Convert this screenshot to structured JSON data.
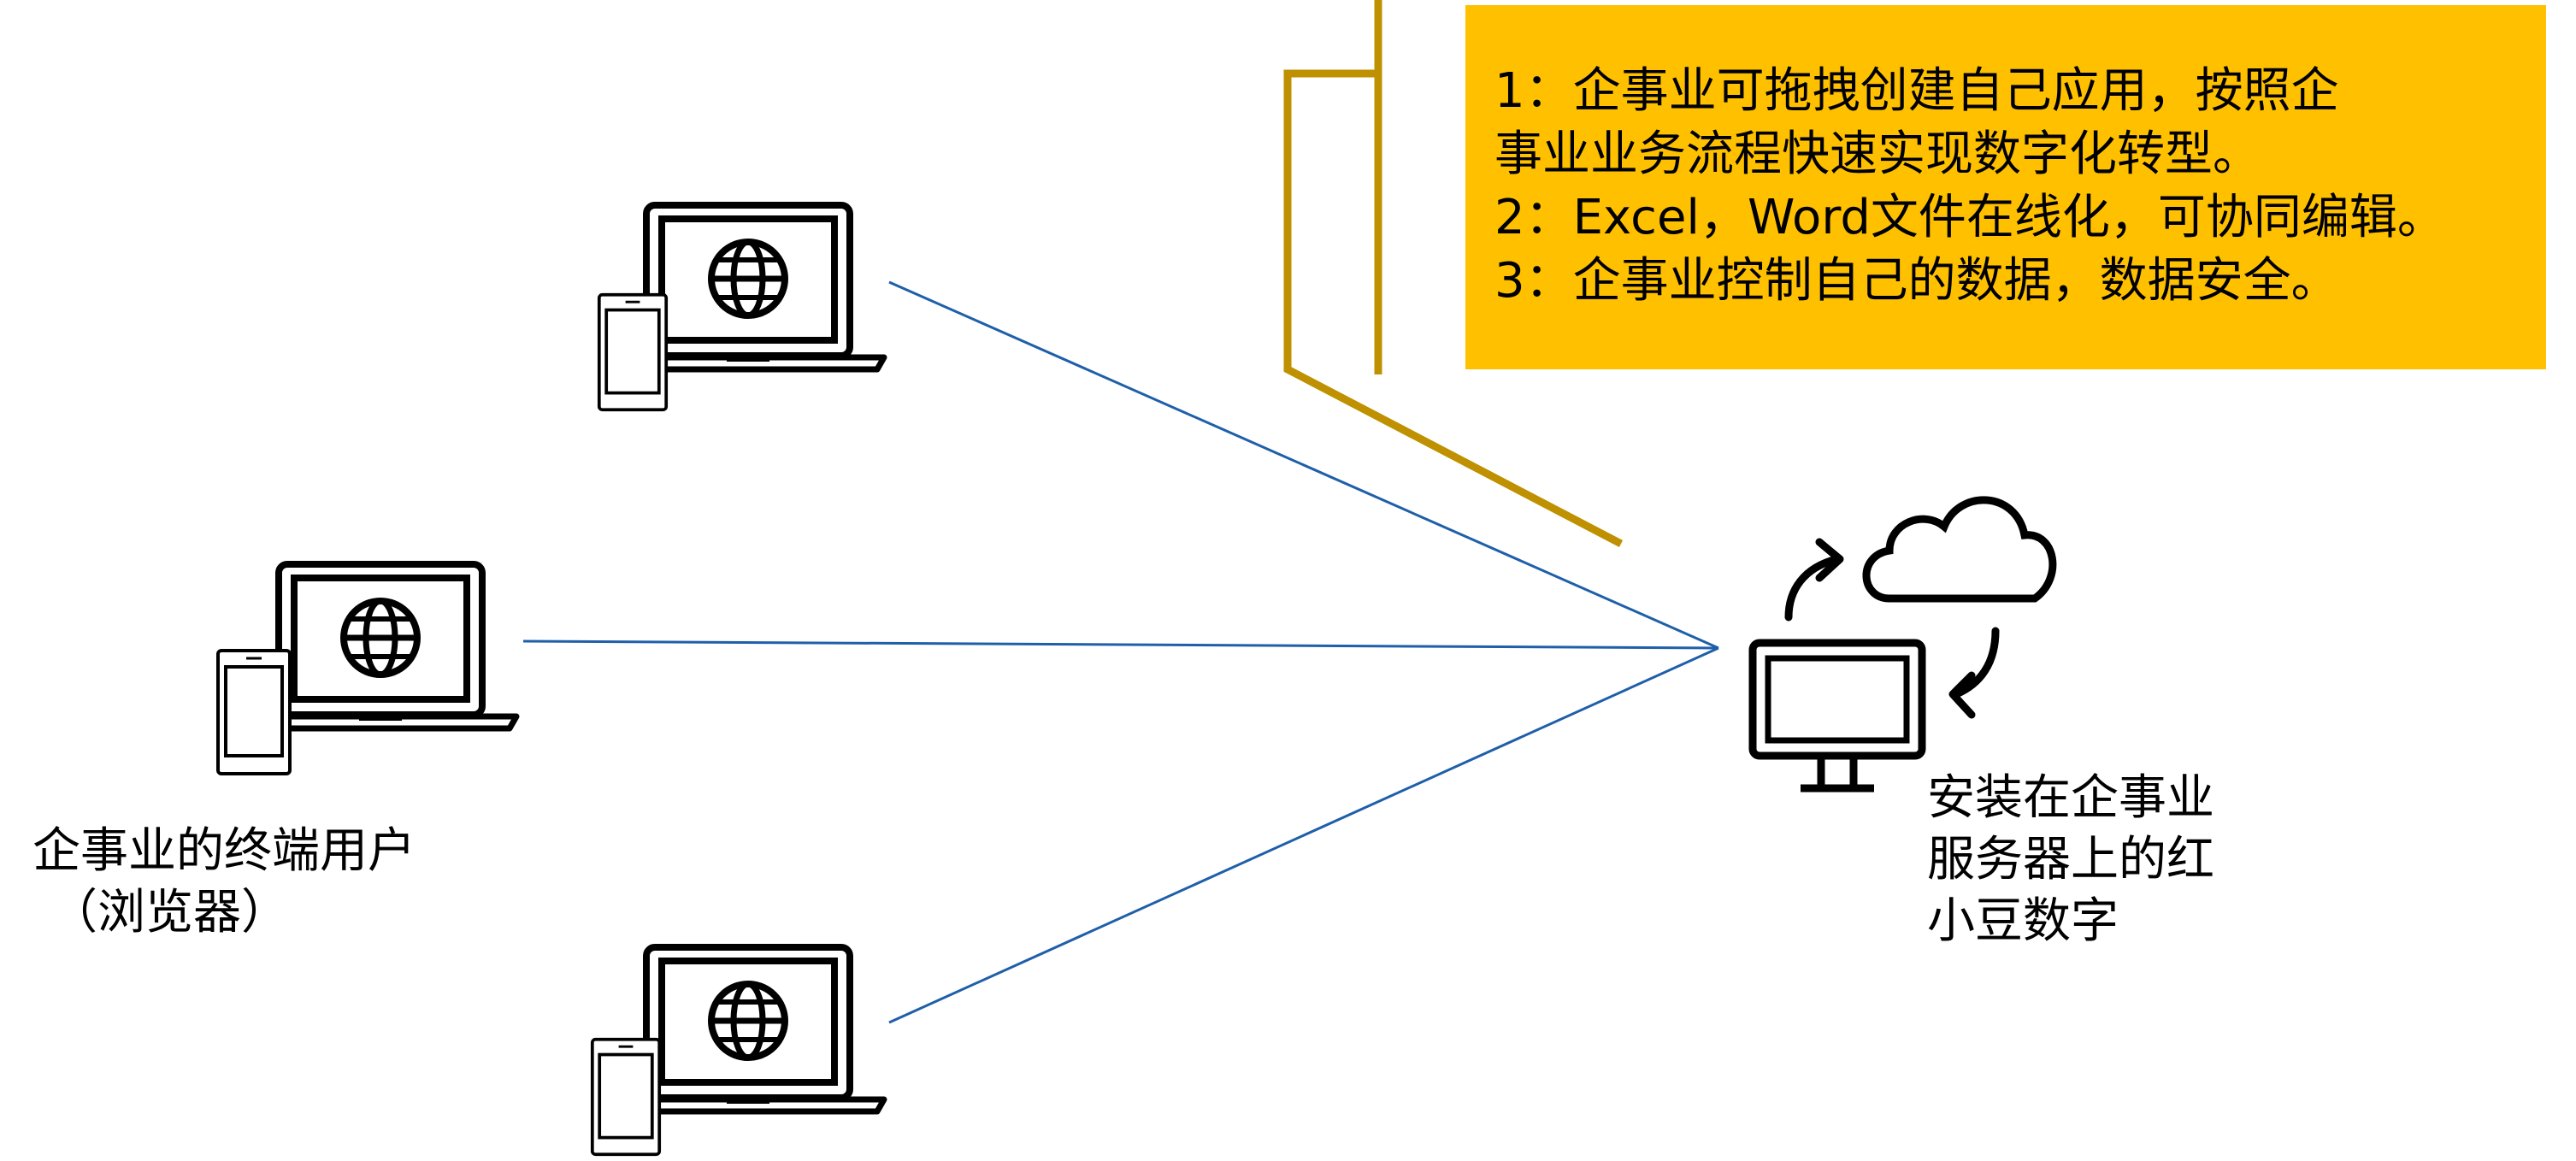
{
  "callout": {
    "background": "#FFC000",
    "lines": [
      "1：企事业可拖拽创建自己应用，按照企",
      "事业业务流程快速实现数字化转型。",
      "2：Excel，Word文件在线化，可协同编辑。",
      "3：企事业控制自己的数据，数据安全。"
    ]
  },
  "clients": {
    "label_line1": "企事业的终端用户",
    "label_line2": "（浏览器）",
    "icon": "laptop-phone-globe-icon"
  },
  "server": {
    "label_lines": [
      "安装在企事业",
      "服务器上的红",
      "小豆数字"
    ],
    "icons": [
      "monitor-icon",
      "cloud-icon",
      "sync-arrows-icon"
    ]
  },
  "colors": {
    "connector": "#1F5FAA",
    "bracket": "#BF9000",
    "callout_fill": "#FFC000",
    "icon_stroke": "#000000"
  }
}
